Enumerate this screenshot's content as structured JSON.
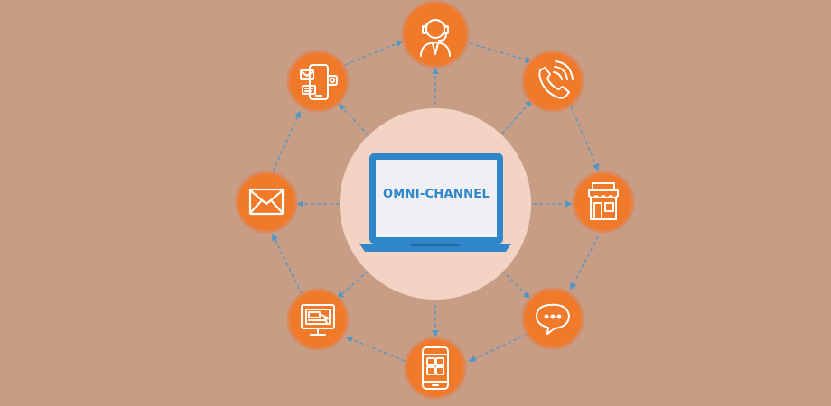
{
  "center": {
    "label": "OMNI-CHANNEL"
  },
  "colors": {
    "background": "#c89d85",
    "node_fill": "#f07a2a",
    "node_ring": "#d9895c",
    "hub_fill": "#f2d3c4",
    "connector": "#4f97c7",
    "laptop_frame": "#2f86c8",
    "laptop_screen": "#eef0f4",
    "icon_stroke": "#ffffff"
  },
  "nodes": [
    {
      "id": "agent",
      "icon": "customer-agent-icon"
    },
    {
      "id": "phone",
      "icon": "phone-call-icon"
    },
    {
      "id": "store",
      "icon": "retail-store-icon"
    },
    {
      "id": "chat",
      "icon": "chat-bubble-icon"
    },
    {
      "id": "mobile-app",
      "icon": "mobile-app-icon"
    },
    {
      "id": "desktop-web",
      "icon": "desktop-web-icon"
    },
    {
      "id": "email",
      "icon": "email-envelope-icon"
    },
    {
      "id": "social-mobile",
      "icon": "social-mobile-icon"
    }
  ]
}
